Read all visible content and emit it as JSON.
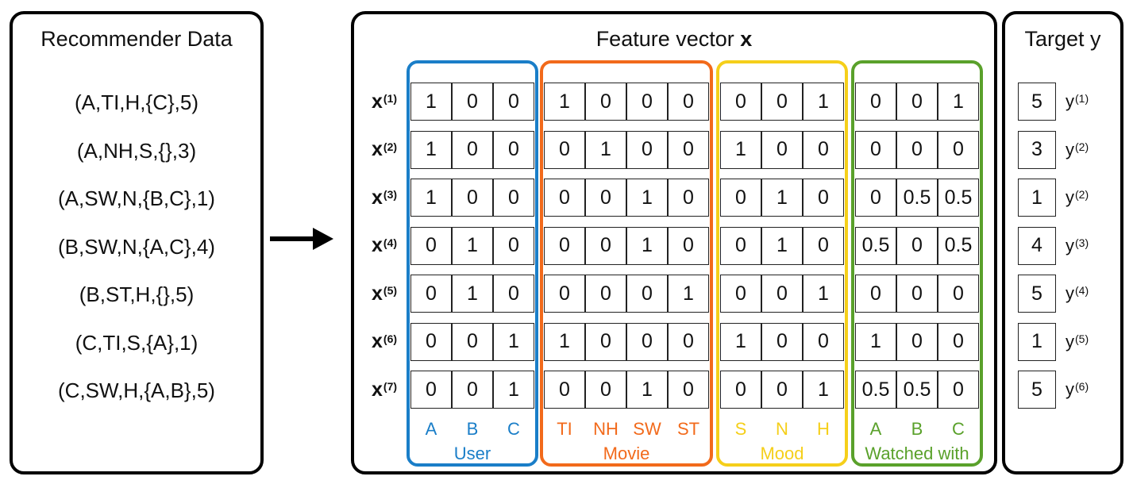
{
  "recommender": {
    "title": "Recommender Data",
    "rows": [
      "(A,TI,H,{C},5)",
      "(A,NH,S,{},3)",
      "(A,SW,N,{B,C},1)",
      "(B,SW,N,{A,C},4)",
      "(B,ST,H,{},5)",
      "(C,TI,S,{A},1)",
      "(C,SW,H,{A,B},5)"
    ]
  },
  "feature": {
    "title_prefix": "Feature vector ",
    "title_symbol": "x",
    "row_symbol": "x",
    "row_indices": [
      "(1)",
      "(2)",
      "(3)",
      "(4)",
      "(5)",
      "(6)",
      "(7)"
    ],
    "groups": [
      {
        "name": "User",
        "color": "#1a7ec8",
        "labels": [
          "A",
          "B",
          "C"
        ]
      },
      {
        "name": "Movie",
        "color": "#f26a1b",
        "labels": [
          "TI",
          "NH",
          "SW",
          "ST"
        ]
      },
      {
        "name": "Mood",
        "color": "#f5cf1a",
        "labels": [
          "S",
          "N",
          "H"
        ]
      },
      {
        "name": "Watched with",
        "color": "#5aa12b",
        "labels": [
          "A",
          "B",
          "C"
        ]
      }
    ],
    "rows": [
      [
        "1",
        "0",
        "0",
        "1",
        "0",
        "0",
        "0",
        "0",
        "0",
        "1",
        "0",
        "0",
        "1"
      ],
      [
        "1",
        "0",
        "0",
        "0",
        "1",
        "0",
        "0",
        "1",
        "0",
        "0",
        "0",
        "0",
        "0"
      ],
      [
        "1",
        "0",
        "0",
        "0",
        "0",
        "1",
        "0",
        "0",
        "1",
        "0",
        "0",
        "0.5",
        "0.5"
      ],
      [
        "0",
        "1",
        "0",
        "0",
        "0",
        "1",
        "0",
        "0",
        "1",
        "0",
        "0.5",
        "0",
        "0.5"
      ],
      [
        "0",
        "1",
        "0",
        "0",
        "0",
        "0",
        "1",
        "0",
        "0",
        "1",
        "0",
        "0",
        "0"
      ],
      [
        "0",
        "0",
        "1",
        "1",
        "0",
        "0",
        "0",
        "1",
        "0",
        "0",
        "1",
        "0",
        "0"
      ],
      [
        "0",
        "0",
        "1",
        "0",
        "0",
        "1",
        "0",
        "0",
        "0",
        "1",
        "0.5",
        "0.5",
        "0"
      ]
    ]
  },
  "target": {
    "title": "Target y",
    "values": [
      "5",
      "3",
      "1",
      "4",
      "5",
      "1",
      "5"
    ],
    "label_symbol": "y",
    "label_indices": [
      "(1)",
      "(2)",
      "(2)",
      "(3)",
      "(4)",
      "(5)",
      "(6)"
    ]
  }
}
